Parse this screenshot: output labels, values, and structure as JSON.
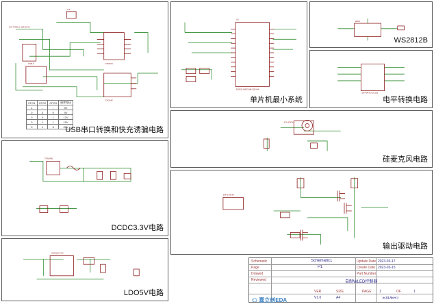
{
  "panels": {
    "usb": {
      "title": "USB串口转换和快充诱骗电路"
    },
    "mcu": {
      "title": "单片机最小系统"
    },
    "ws2812": {
      "title": "WS2812B"
    },
    "level": {
      "title": "电平转换电路"
    },
    "mic": {
      "title": "硅麦克风电路"
    },
    "dcdc": {
      "title": "DCDC3.3V电路"
    },
    "drive": {
      "title": "输出驱动电路"
    },
    "ldo": {
      "title": "LDO5V电路"
    }
  },
  "usb_table": {
    "headers": [
      "CFG1",
      "CFG2",
      "CFG3",
      "请求电压"
    ],
    "rows": [
      [
        "1",
        "-",
        "-",
        "5V"
      ],
      [
        "0",
        "0",
        "0",
        "9V"
      ],
      [
        "0",
        "0",
        "1",
        "12V"
      ],
      [
        "0",
        "1",
        "1",
        "15V"
      ],
      [
        "0",
        "1",
        "0",
        "20V"
      ]
    ]
  },
  "title_block": {
    "schematic_label": "Schematic",
    "schematic_value": "Schematic1",
    "page_label": "Page",
    "page_value": "P1",
    "drawed_label": "Drawed",
    "reviewed_label": "Reviewed",
    "update_label": "Update Date",
    "update_value": "2023-03-17",
    "create_label": "Create Date",
    "create_value": "2023-03-15",
    "part_label": "Part Number",
    "project_value": "自制WLED控制器",
    "size_label": "SIZE",
    "size_value": "A4",
    "page2_label": "PAGE",
    "page2_value": "1",
    "of_label": "OF",
    "of_value": "1",
    "ver_label": "VER",
    "ver_value": "V1.0",
    "expert_value": "EXPERT",
    "logo_text": "嘉立创EDA"
  }
}
